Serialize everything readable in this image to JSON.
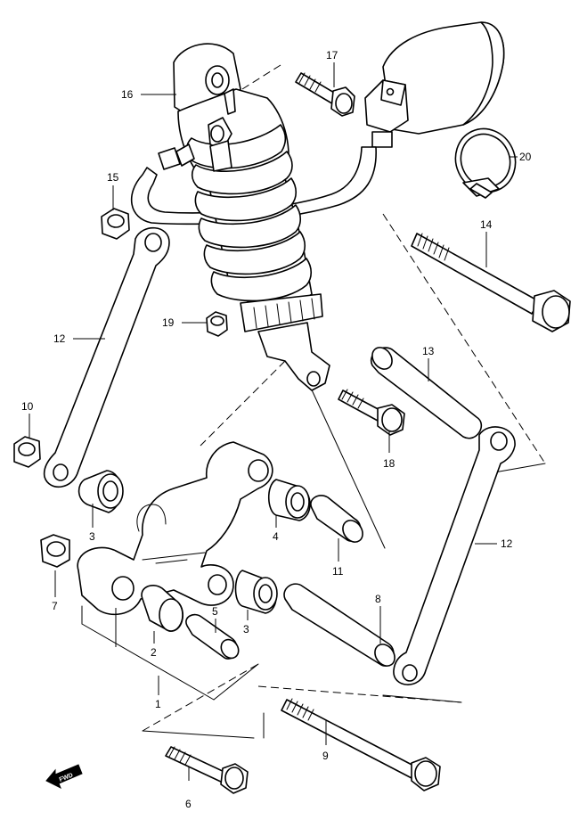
{
  "callouts": [
    {
      "id": "c1",
      "text": "1"
    },
    {
      "id": "c2",
      "text": "2"
    },
    {
      "id": "c3a",
      "text": "3"
    },
    {
      "id": "c3b",
      "text": "3"
    },
    {
      "id": "c4",
      "text": "4"
    },
    {
      "id": "c5",
      "text": "5"
    },
    {
      "id": "c6",
      "text": "6"
    },
    {
      "id": "c7",
      "text": "7"
    },
    {
      "id": "c8",
      "text": "8"
    },
    {
      "id": "c9",
      "text": "9"
    },
    {
      "id": "c10",
      "text": "10"
    },
    {
      "id": "c11",
      "text": "11"
    },
    {
      "id": "c12a",
      "text": "12"
    },
    {
      "id": "c12b",
      "text": "12"
    },
    {
      "id": "c13",
      "text": "13"
    },
    {
      "id": "c14",
      "text": "14"
    },
    {
      "id": "c15",
      "text": "15"
    },
    {
      "id": "c16",
      "text": "16"
    },
    {
      "id": "c17",
      "text": "17"
    },
    {
      "id": "c18",
      "text": "18"
    },
    {
      "id": "c19",
      "text": "19"
    },
    {
      "id": "c20",
      "text": "20"
    }
  ],
  "direction_marker": {
    "text": "FWD"
  }
}
